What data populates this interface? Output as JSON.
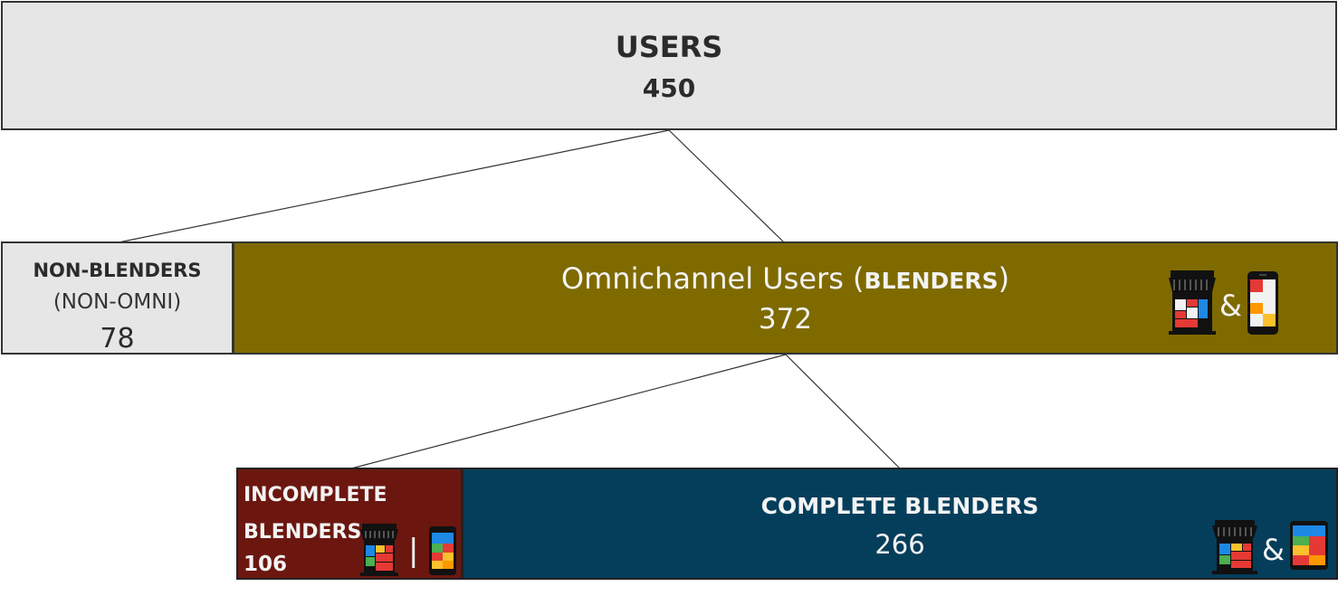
{
  "root": {
    "title": "USERS",
    "value": "450"
  },
  "non_blenders": {
    "title": "NON-BLENDERS",
    "subtitle": "(NON-OMNI)",
    "value": "78"
  },
  "omnichannel": {
    "title_main": "Omnichannel Users (",
    "title_tag": "BLENDERS",
    "title_end": ")",
    "value": "372",
    "connector_glyph": "&",
    "icons": [
      "store-icon",
      "smartphone-icon"
    ]
  },
  "incomplete_blenders": {
    "title_line1": "INCOMPLETE",
    "title_line2": "BLENDERS",
    "value": "106",
    "separator_glyph": "|",
    "icons": [
      "store-icon",
      "smartphone-icon"
    ]
  },
  "complete_blenders": {
    "title": "COMPLETE BLENDERS",
    "value": "266",
    "connector_glyph": "&",
    "icons": [
      "store-icon",
      "tablet-icon"
    ]
  },
  "colors": {
    "root_fill": "#e6e6e6",
    "omni_fill": "#7f6a00",
    "incomplete_fill": "#6b1710",
    "complete_fill": "#053e5b",
    "connector": "#333333"
  }
}
